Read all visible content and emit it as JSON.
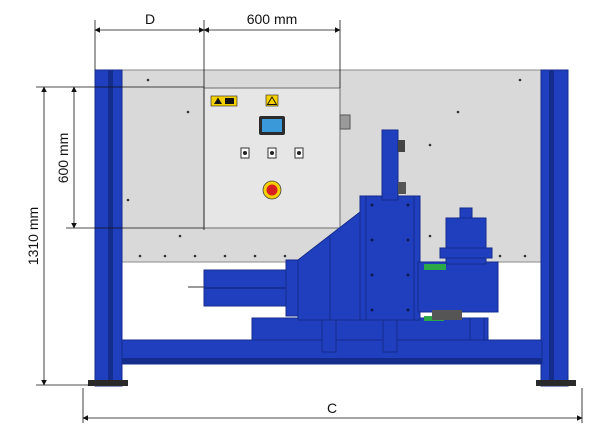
{
  "dimensions": {
    "top_left_label": "D",
    "top_right_label": "600 mm",
    "left_outer_label": "1310 mm",
    "left_inner_label": "600 mm",
    "bottom_label": "C"
  },
  "colors": {
    "frame_blue": "#1f3fbf",
    "frame_blue_dark": "#142c8c",
    "panel_gray": "#d9d9d9",
    "cabinet_gray": "#e4e4e4",
    "warning_yellow": "#f5d000",
    "estop_red": "#d81e1e",
    "screen_blue": "#3a9ad9"
  },
  "icons": {
    "warning_sign": "warning-triangle-icon",
    "estop": "emergency-stop-icon",
    "screen": "hmi-screen-icon"
  }
}
